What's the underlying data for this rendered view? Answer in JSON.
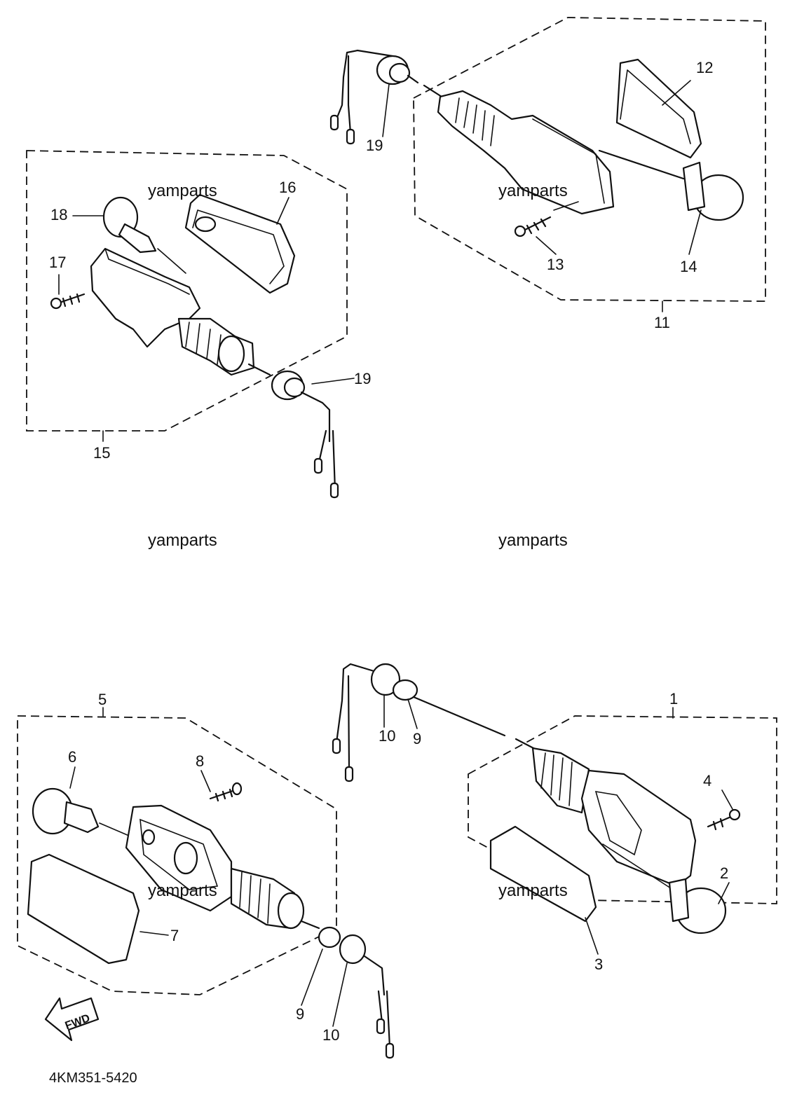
{
  "labels": {
    "l1": "1",
    "l2": "2",
    "l3": "3",
    "l4": "4",
    "l5": "5",
    "l6": "6",
    "l7": "7",
    "l8": "8",
    "l9a": "9",
    "l9b": "9",
    "l10a": "10",
    "l10b": "10",
    "l11": "11",
    "l12": "12",
    "l13": "13",
    "l14": "14",
    "l15": "15",
    "l16": "16",
    "l17": "17",
    "l18": "18",
    "l19a": "19",
    "l19b": "19"
  },
  "watermarks": {
    "wm1": "yamparts",
    "wm2": "yamparts",
    "wm3": "yamparts",
    "wm4": "yamparts",
    "wm5": "yamparts",
    "wm6": "yamparts"
  },
  "fwd_label": "FWD",
  "part_code": "4KM351-5420"
}
